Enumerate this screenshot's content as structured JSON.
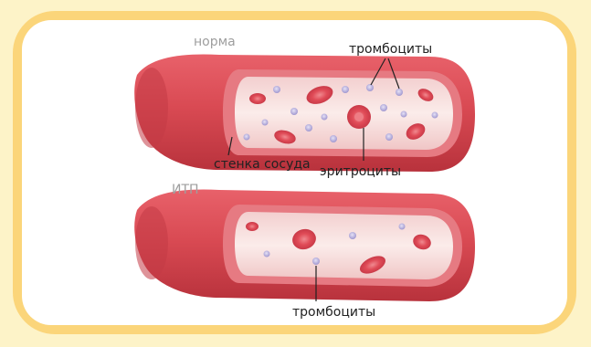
{
  "diagram": {
    "top_vessel": {
      "state_label": "норма",
      "platelets_label": "тромбоциты",
      "wall_label": "стенка сосуда",
      "rbc_label": "эритроциты"
    },
    "bottom_vessel": {
      "state_label": "ИТП",
      "platelets_label": "тромбоциты"
    }
  },
  "colors": {
    "outer_background": "#fdf3c8",
    "frame": "#fbd57a",
    "card": "#ffffff",
    "vessel_outer": "#d9434d",
    "vessel_inner": "#f6d6d4",
    "erythrocyte": "#e45060",
    "platelet": "#b0a8d8"
  }
}
